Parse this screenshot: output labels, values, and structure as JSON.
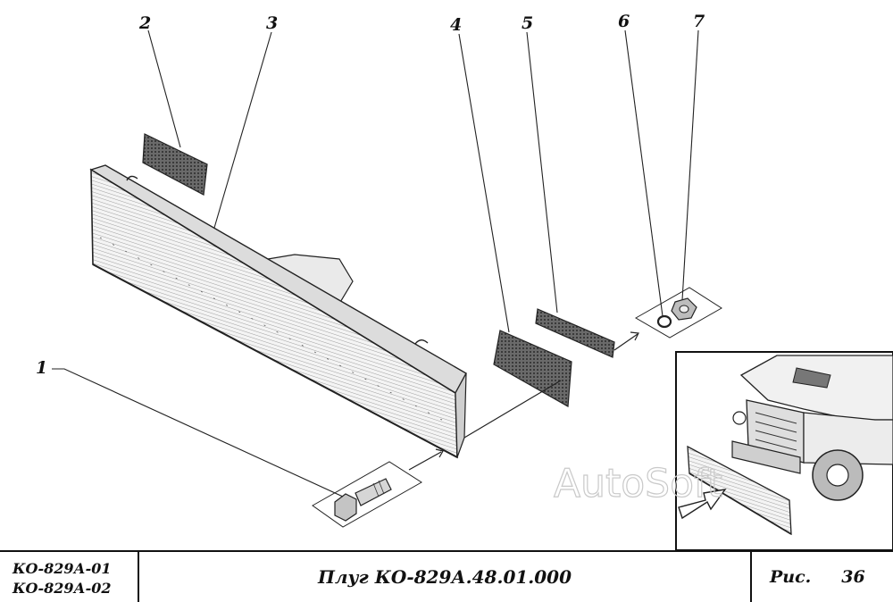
{
  "callouts": [
    "1",
    "2",
    "3",
    "4",
    "5",
    "6",
    "7"
  ],
  "watermark": "AutoSoft",
  "title_block": {
    "models": [
      "КО-829А-01",
      "КО-829А-02"
    ],
    "title": "Плуг КО-829А.48.01.000",
    "fig_label": "Рис.",
    "fig_number": "36"
  },
  "colors": {
    "ink": "#111111",
    "paper": "#ffffff",
    "watermark": "#c9c9c9"
  }
}
